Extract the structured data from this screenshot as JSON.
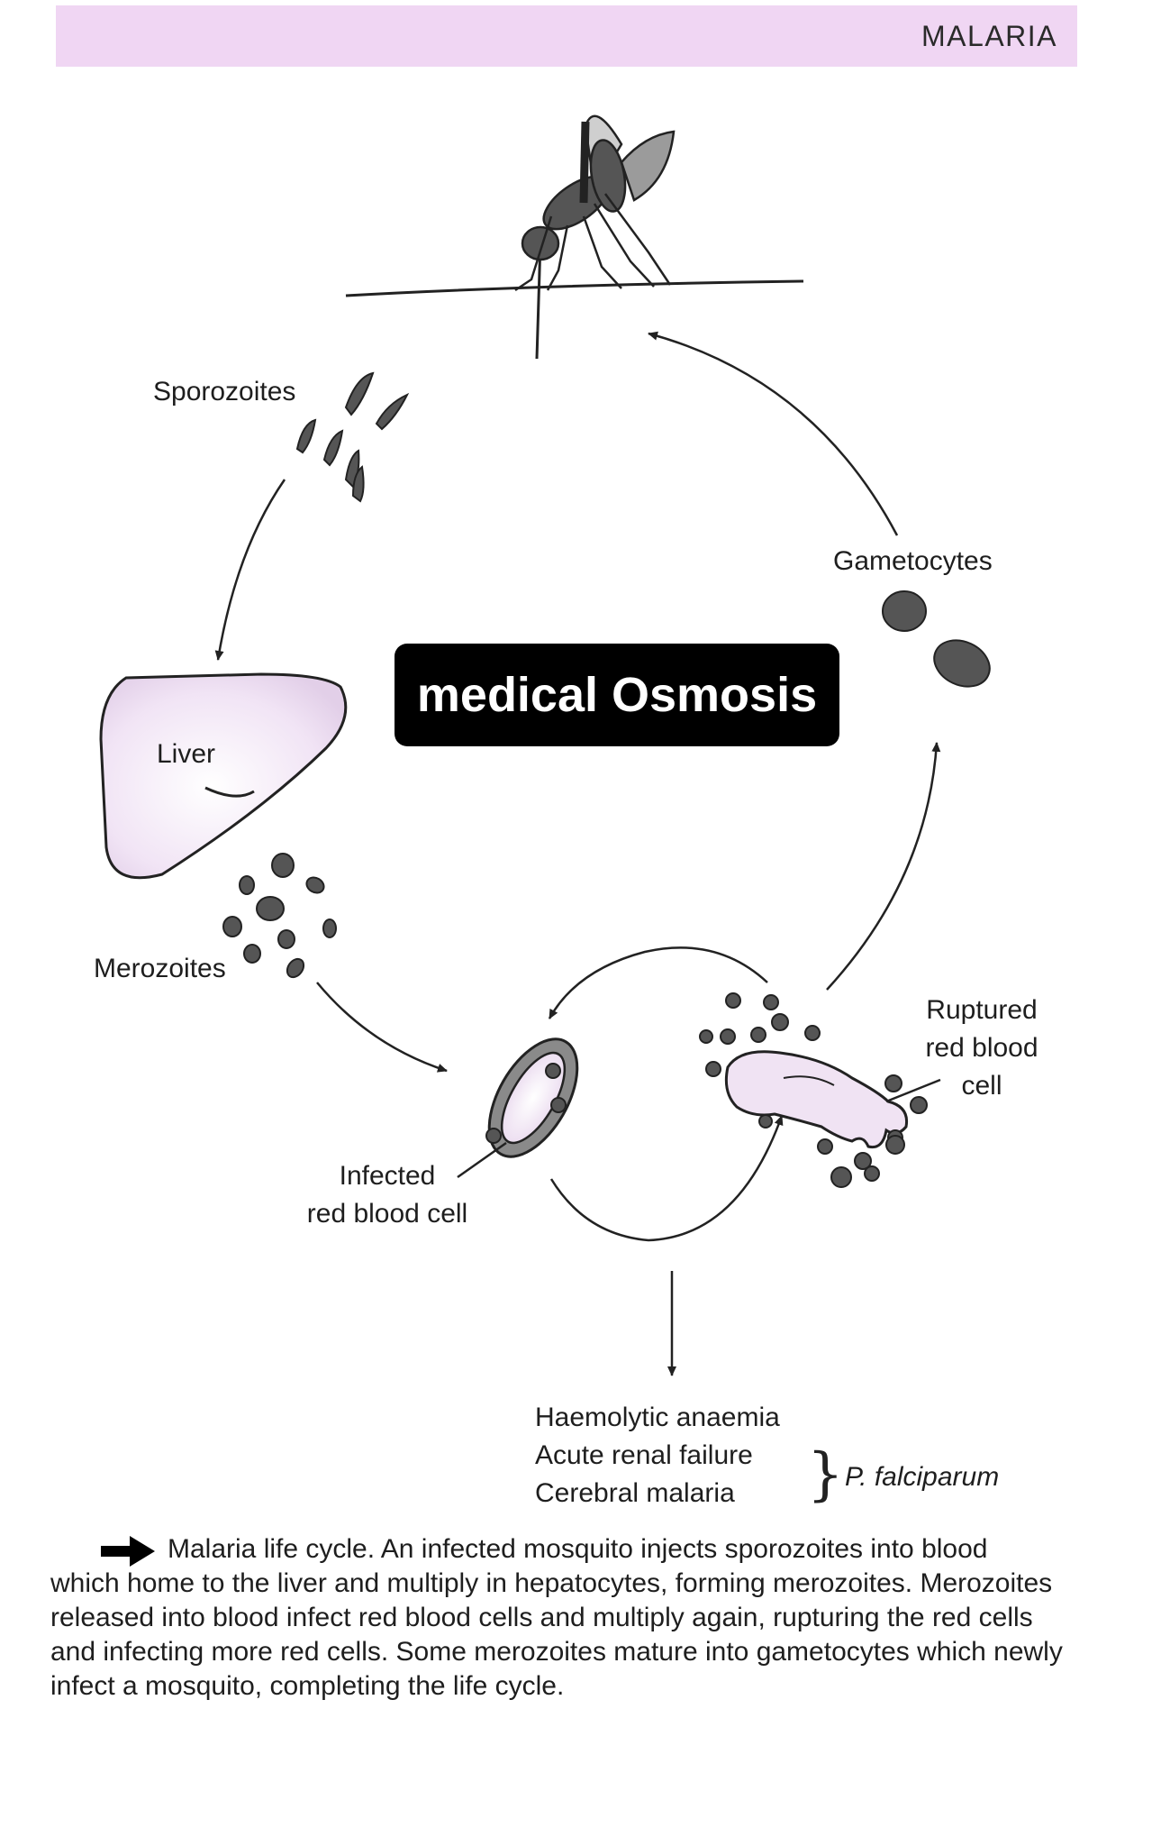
{
  "header": {
    "title": "MALARIA",
    "background_color": "#f0d6f3"
  },
  "watermark": {
    "text": "medical Osmosis"
  },
  "labels": {
    "sporozoites": "Sporozoites",
    "liver": "Liver",
    "merozoites": "Merozoites",
    "gametocytes": "Gametocytes",
    "ruptured_line1": "Ruptured",
    "ruptured_line2": "red blood",
    "ruptured_line3": "cell",
    "infected_line1": "Infected",
    "infected_line2": "red blood cell"
  },
  "effects": {
    "items": [
      "Haemolytic anaemia",
      "Acute renal failure",
      "Cerebral malaria"
    ],
    "brace": "}",
    "species": "P. falciparum"
  },
  "caption": {
    "icon": "right-arrow-icon",
    "lines": [
      "Malaria life cycle. An infected mosquito injects sporozoites into blood",
      "which home to the liver and multiply in hepatocytes, forming merozoites. Merozoites",
      "released into blood infect red blood cells and multiply again, rupturing the red cells",
      "and infecting more red cells. Some merozoites mature into gametocytes which newly",
      "infect a mosquito, completing the life cycle."
    ]
  }
}
